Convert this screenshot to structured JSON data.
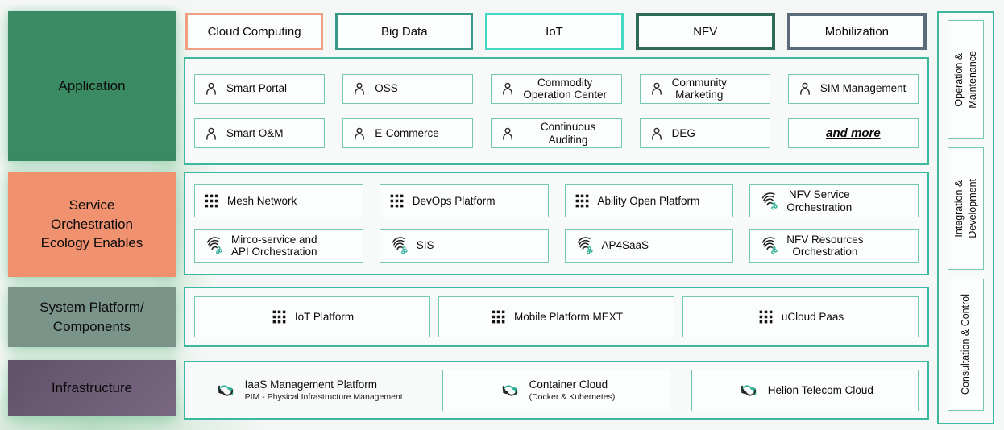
{
  "diagram": {
    "left_blocks": [
      {
        "label": "Application",
        "color": "#3a8a64"
      },
      {
        "label": "Service\nOrchestration\nEcology Enables",
        "color": "#f0916f"
      },
      {
        "label": "System Platform/\nComponents",
        "color": "#7b948a"
      },
      {
        "label": "Infrastructure",
        "color": "#6e5b78"
      }
    ],
    "top_tabs": [
      {
        "label": "Cloud Computing",
        "border_color": "#efa083"
      },
      {
        "label": "Big Data",
        "border_color": "#38998a"
      },
      {
        "label": "IoT",
        "border_color": "#41d8c4"
      },
      {
        "label": "NFV",
        "border_color": "#2e6b52"
      },
      {
        "label": "Mobilization",
        "border_color": "#5a6b7b"
      }
    ],
    "application": {
      "rows": [
        [
          {
            "label": "Smart Portal",
            "icon": "user-icon"
          },
          {
            "label": "OSS",
            "icon": "user-icon"
          },
          {
            "label": "Commodity\nOperation Center",
            "icon": "user-icon"
          },
          {
            "label": "Community\nMarketing",
            "icon": "user-icon"
          },
          {
            "label": "SIM Management",
            "icon": "user-icon"
          }
        ],
        [
          {
            "label": "Smart O&M",
            "icon": "user-icon"
          },
          {
            "label": "E-Commerce",
            "icon": "user-icon"
          },
          {
            "label": "Continuous Auditing",
            "icon": "user-icon"
          },
          {
            "label": "DEG",
            "icon": "user-icon"
          },
          {
            "label": "and more",
            "emphasis": true
          }
        ]
      ]
    },
    "service_orchestration": {
      "rows": [
        [
          {
            "label": "Mesh Network",
            "icon": "grid-icon"
          },
          {
            "label": "DevOps Platform",
            "icon": "grid-icon"
          },
          {
            "label": "Ability Open Platform",
            "icon": "grid-icon"
          },
          {
            "label": "NFV Service\nOrchestration",
            "icon": "orchestration-icon"
          }
        ],
        [
          {
            "label": "Mirco-service and\nAPI Orchestration",
            "icon": "orchestration-icon"
          },
          {
            "label": "SIS",
            "icon": "orchestration-icon"
          },
          {
            "label": "AP4SaaS",
            "icon": "orchestration-icon"
          },
          {
            "label": "NFV Resources\nOrchestration",
            "icon": "orchestration-icon"
          }
        ]
      ]
    },
    "system_platform": {
      "rows": [
        [
          {
            "label": "IoT Platform",
            "icon": "grid-icon"
          },
          {
            "label": "Mobile Platform MEXT",
            "icon": "grid-icon"
          },
          {
            "label": "uCloud Paas",
            "icon": "grid-icon"
          }
        ]
      ]
    },
    "infrastructure": {
      "rows": [
        [
          {
            "label": "IaaS Management Platform",
            "subtitle": "PIM - Physical Infrastructure Management",
            "icon": "cloud-sync-icon",
            "bordered": false
          },
          {
            "label": "Container Cloud",
            "subtitle": "(Docker & Kubernetes)",
            "icon": "cloud-sync-icon"
          },
          {
            "label": "Helion Telecom Cloud",
            "icon": "cloud-sync-icon"
          }
        ]
      ]
    },
    "right_panel": {
      "items": [
        {
          "label": "Operation &\nMaintenance"
        },
        {
          "label": "Integration &\nDevelopment"
        },
        {
          "label": "Consultation & Control"
        }
      ]
    },
    "colors": {
      "container_border": "#3cb89e",
      "item_border": "#74c9b5",
      "accent_green": "#2fae96"
    }
  }
}
